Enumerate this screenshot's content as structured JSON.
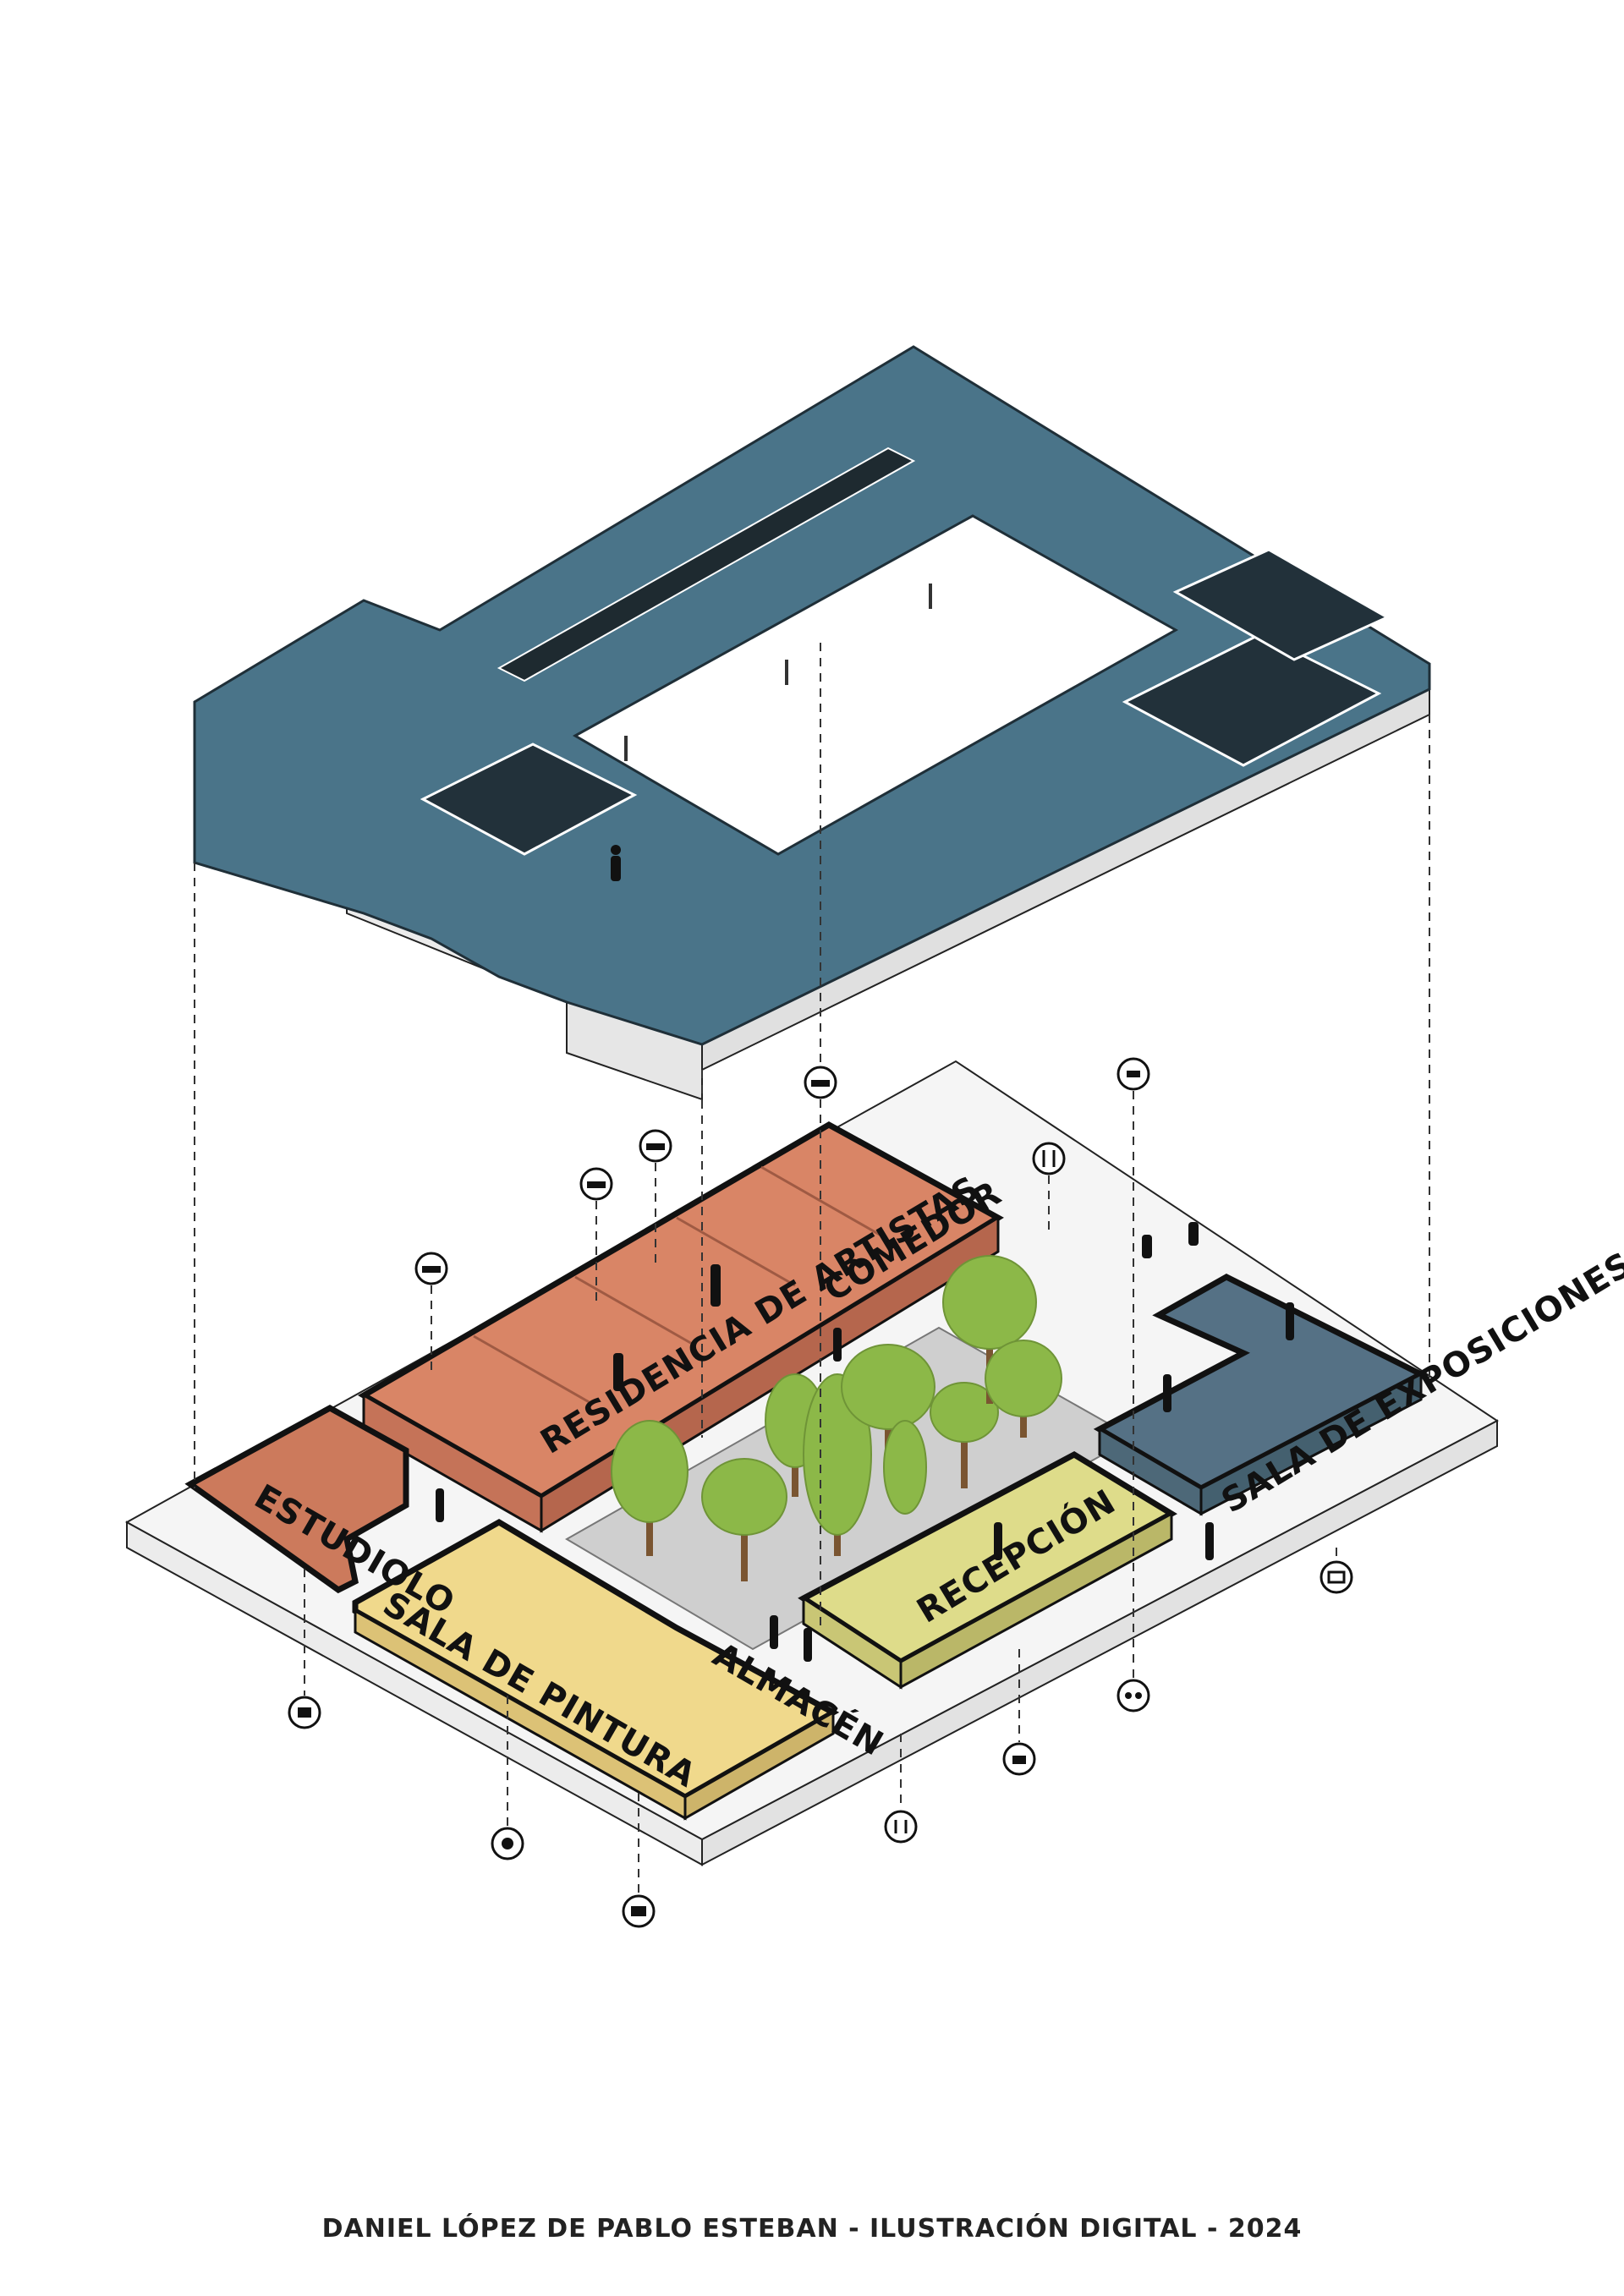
{
  "rooms": {
    "residencia": "RESIDENCIA DE ARTISTAS",
    "comedor": "COMEDOR",
    "estudiolo": "ESTUDIOLO",
    "sala_pintura": "SALA DE PINTURA",
    "almacen": "ALMACÉN",
    "recepcion": "RECEPCIÓN",
    "sala_exposiciones": "SALA DE EXPOSICIONES"
  },
  "credit": "DANIEL LÓPEZ DE PABLO ESTEBAN - ILUSTRACIÓN DIGITAL - 2024",
  "colors": {
    "roof": "#4a7489",
    "terracotta": "#d98566",
    "yellow": "#f0d98c",
    "lime": "#dedc8a",
    "slate": "#557185",
    "tree": "#8cb848"
  },
  "icons": [
    "bed-icon",
    "cutlery-icon",
    "food-icon",
    "book-icon",
    "palette-icon",
    "storage-icon",
    "restroom-icon",
    "reception-icon",
    "group-icon",
    "gallery-icon"
  ]
}
